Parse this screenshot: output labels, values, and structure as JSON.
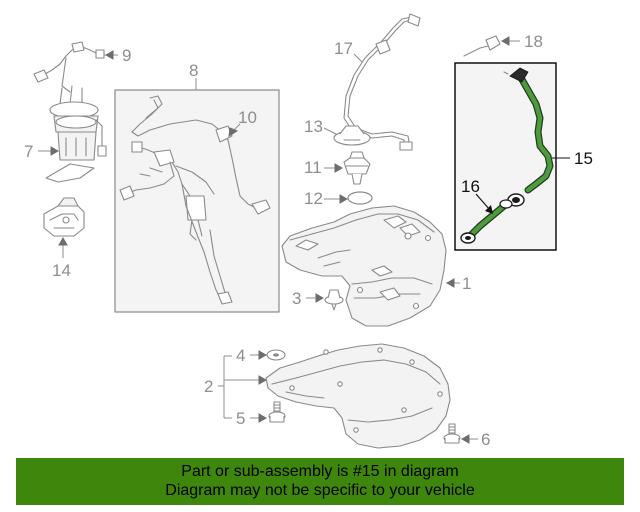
{
  "diagram": {
    "callouts": {
      "n1": "1",
      "n2": "2",
      "n3": "3",
      "n4": "4",
      "n5": "5",
      "n6": "6",
      "n7": "7",
      "n8": "8",
      "n9": "9",
      "n10": "10",
      "n11": "11",
      "n12": "12",
      "n13": "13",
      "n14": "14",
      "n15": "15",
      "n16": "16",
      "n17": "17",
      "n18": "18"
    },
    "highlight_color": "#2f7d1e",
    "highlighted_part": "15"
  },
  "banner": {
    "line1": "Part or sub-assembly is #15 in diagram",
    "line2": "Diagram may not be specific to your vehicle",
    "background": "#3e860c"
  }
}
